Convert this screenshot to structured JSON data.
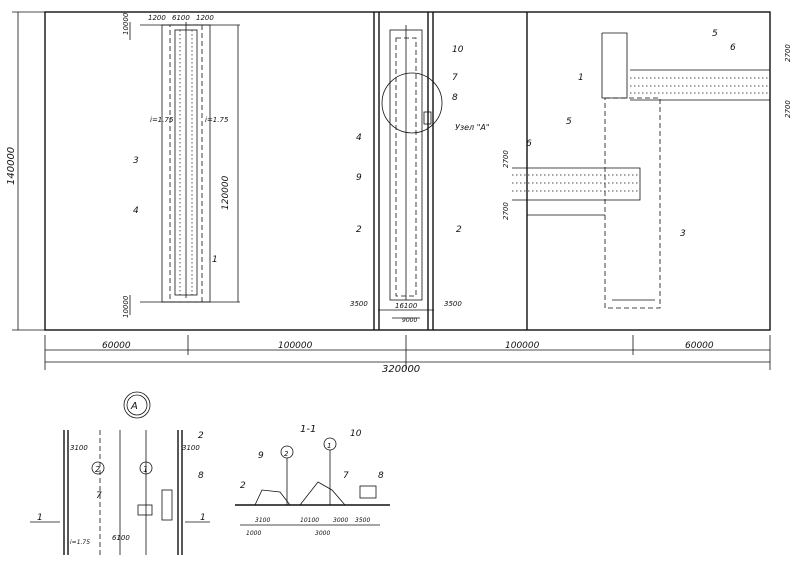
{
  "plan": {
    "dim_total_height": "140000",
    "dim_mid_height": "120000",
    "dim_top_widths": [
      "1200",
      "6100",
      "1200"
    ],
    "dim_left_small_top": "10000",
    "dim_left_small_bottom": "10000",
    "slope_left": "i=1.75",
    "slope_right": "i=1.75",
    "dim_bottom_segments": [
      "60000",
      "100000",
      "100000",
      "60000"
    ],
    "dim_bottom_total": "320000",
    "dim_center_left": "3500",
    "dim_center_width": "16100",
    "dim_center_right": "3500",
    "dim_center_inner": "9000",
    "dim_right_top_a": "2700",
    "dim_right_top_b": "2700",
    "dim_right_mid_a": "2700",
    "dim_right_mid_b": "2700",
    "node_label": "Узел \"А\""
  },
  "callouts": [
    "1",
    "2",
    "3",
    "4",
    "5",
    "6",
    "7",
    "8",
    "9",
    "10"
  ],
  "detail_a": {
    "title": "А",
    "dim_left": "3100",
    "dim_right": "3100",
    "dim_bottom": "6100",
    "slope": "i=1.75",
    "section_mark": "1"
  },
  "section_1_1": {
    "title": "1-1",
    "dims": [
      "3100",
      "10100",
      "3000",
      "3000",
      "3500",
      "1000"
    ]
  }
}
